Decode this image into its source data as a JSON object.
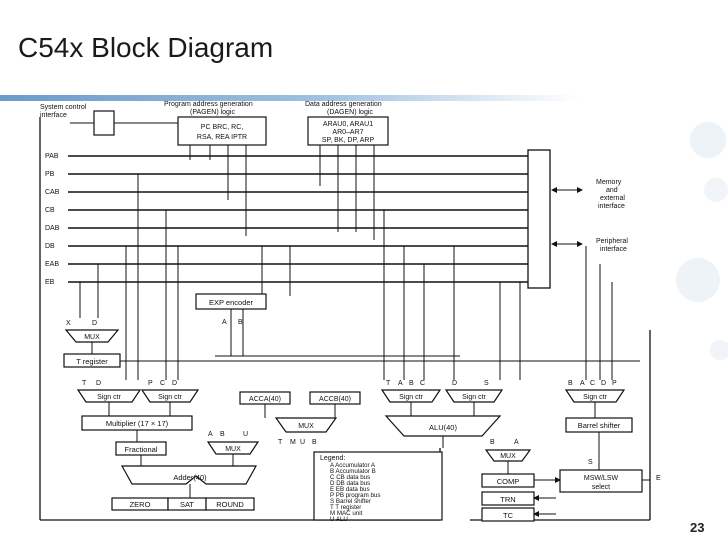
{
  "slide": {
    "title": "C54x Block Diagram",
    "page_number": "23"
  },
  "diagram": {
    "top_labels": {
      "system_control": [
        "System control",
        "interface"
      ],
      "pagen_header": [
        "Program address generation",
        "(PAGEN) logic"
      ],
      "dagen_header": [
        "Data address generation",
        "(DAGEN) logic"
      ]
    },
    "pagen_box": [
      "PC BRC, RC,",
      "RSA, REA IPTR"
    ],
    "dagen_box": [
      "ARAU0, ARAU1",
      "AR0–AR7",
      "SP, BK, DP, ARP"
    ],
    "buses": [
      "PAB",
      "PB",
      "CAB",
      "CB",
      "DAB",
      "DB",
      "EAB",
      "EB"
    ],
    "memory_interface": [
      "Memory",
      "and",
      "external",
      "interface"
    ],
    "peripheral_interface": [
      "Peripheral",
      "interface"
    ],
    "exp_encoder": "EXP encoder",
    "mux_label": "MUX",
    "t_register": "T register",
    "sign_ctr": "Sign ctr",
    "multiplier": "Multiplier (17 × 17)",
    "fractional": "Fractional",
    "adder": "Adder(40)",
    "zero": "ZERO",
    "sat": "SAT",
    "round": "ROUND",
    "acca": "ACCA(40)",
    "accb": "ACCB(40)",
    "alu": "ALU(40)",
    "barrel_shifter": "Barrel shifter",
    "comp": "COMP",
    "msw_lsw": [
      "MSW/LSW",
      "select"
    ],
    "trn": "TRN",
    "tc": "TC",
    "legend_title": "Legend:",
    "legend_items": [
      "A   Accumulator A",
      "B   Accumulator B",
      "C   CB data bus",
      "D   DB data bus",
      "E   EB data bus",
      "P   PB program bus",
      "S   Barrel shifter",
      "T   T register",
      "M   MAC unit",
      "U   ALU"
    ],
    "pin_labels": {
      "x": "X",
      "d": "D",
      "a": "A",
      "b": "B",
      "t": "T",
      "p": "P",
      "c": "C",
      "s": "S",
      "m": "M",
      "u": "U",
      "e": "E"
    }
  }
}
